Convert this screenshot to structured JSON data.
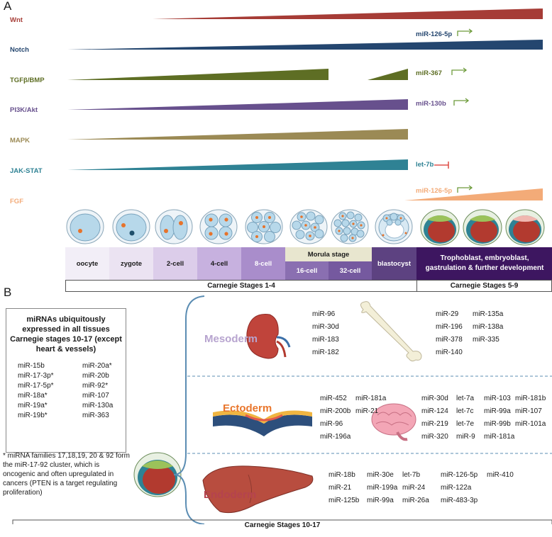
{
  "panel_a": {
    "letter": "A",
    "pathways": [
      {
        "name": "Wnt",
        "color": "#a63c36"
      },
      {
        "name": "Notch",
        "color": "#24466f"
      },
      {
        "name": "TGFβ/BMP",
        "color": "#5e6e24"
      },
      {
        "name": "PI3K/Akt",
        "color": "#67508d"
      },
      {
        "name": "MAPK",
        "color": "#9b8a55"
      },
      {
        "name": "JAK-STAT",
        "color": "#2f8294"
      },
      {
        "name": "FGF",
        "color": "#f3ab78"
      }
    ],
    "mirnas": [
      {
        "name": "miR-126-5p",
        "color": "#24466f",
        "mark": "arrow"
      },
      {
        "name": "miR-367",
        "color": "#5e6e24",
        "mark": "arrow"
      },
      {
        "name": "miR-130b",
        "color": "#67508d",
        "mark": "arrow"
      },
      {
        "name": "let-7b",
        "color": "#2f8294",
        "mark": "inhibit"
      },
      {
        "name": "miR-126-5p",
        "color": "#f3ab78",
        "mark": "arrow"
      }
    ],
    "stages": {
      "oocyte": "oocyte",
      "zygote": "zygote",
      "two_cell": "2-cell",
      "four_cell": "4-cell",
      "eight_cell": "8-cell",
      "morula": "Morula stage",
      "sixteen_cell": "16-cell",
      "thirtytwo_cell": "32-cell",
      "blastocyst": "blastocyst",
      "later": "Trophoblast, embryoblast, gastrulation & further development"
    },
    "carnegie_1_4": "Carnegie Stages 1-4",
    "carnegie_5_9": "Carnegie Stages 5-9"
  },
  "panel_b": {
    "letter": "B",
    "ubiquitous_title": "miRNAs ubiquitously expressed in all tissues Carnegie stages 10-17 (except heart & vessels)",
    "ubiquitous_col1": [
      "miR-15b",
      "miR-17-3p*",
      "miR-17-5p*",
      "miR-18a*",
      "miR-19a*",
      "miR-19b*"
    ],
    "ubiquitous_col2": [
      "miR-20a*",
      "miR-20b",
      "miR-92*",
      "miR-107",
      "miR-130a",
      "miR-363"
    ],
    "footnote": "* miRNA families 17,18,19, 20 & 92 form the miR-17-92 cluster, which is oncogenic and often upregulated in cancers (PTEN is a target regulating proliferation)",
    "mesoderm": {
      "label": "Mesoderm",
      "color": "#b7a4cf",
      "kidney_list": [
        "miR-96",
        "miR-30d",
        "miR-183",
        "miR-182"
      ],
      "bone_col1": [
        "miR-29",
        "miR-196",
        "miR-378",
        "miR-140"
      ],
      "bone_col2": [
        "miR-135a",
        "miR-138a",
        "miR-335"
      ]
    },
    "ectoderm": {
      "label": "Ectoderm",
      "color": "#e9762c",
      "neural_col1": [
        "miR-452",
        "miR-200b",
        "miR-96",
        "miR-196a"
      ],
      "neural_col2": [
        "miR-181a",
        "miR-21"
      ],
      "brain_col1": [
        "miR-30d",
        "miR-124",
        "miR-219",
        "miR-320"
      ],
      "brain_col2": [
        "let-7a",
        "let-7c",
        "let-7e",
        "miR-9"
      ],
      "brain_col3": [
        "miR-103",
        "miR-99a",
        "miR-99b",
        "miR-181a"
      ],
      "brain_col4": [
        "miR-181b",
        "miR-107",
        "miR-101a"
      ]
    },
    "endoderm": {
      "label": "Endoderm",
      "color": "#b5434e",
      "col1": [
        "miR-18b",
        "miR-21",
        "miR-125b"
      ],
      "col2": [
        "miR-30e",
        "miR-199a",
        "miR-99a"
      ],
      "col3": [
        "let-7b",
        "miR-24",
        "miR-26a"
      ],
      "col4": [
        "miR-126-5p",
        "miR-122a",
        "miR-483-3p"
      ],
      "col5": [
        "miR-410"
      ]
    },
    "carnegie_10_17": "Carnegie Stages 10-17"
  }
}
